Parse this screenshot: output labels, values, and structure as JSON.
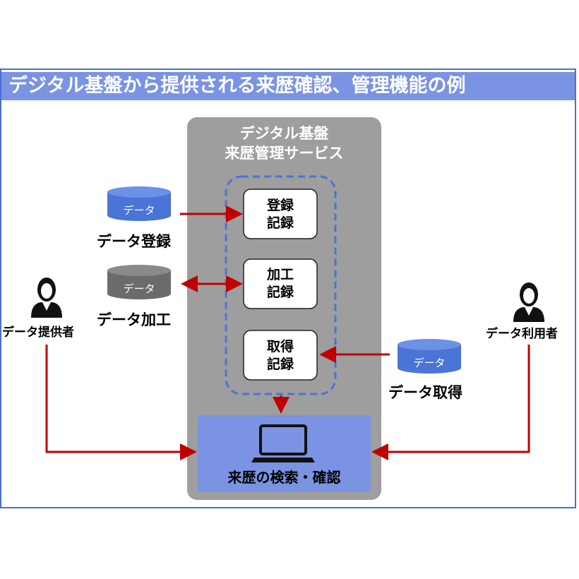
{
  "title": "デジタル基盤から提供される来歴確認、管理機能の例",
  "service_panel": {
    "title_line1": "デジタル基盤",
    "title_line2": "来歴管理サービス"
  },
  "steps": [
    {
      "line1": "登録",
      "line2": "記録"
    },
    {
      "line1": "加工",
      "line2": "記録"
    },
    {
      "line1": "取得",
      "line2": "記録"
    }
  ],
  "databases": [
    {
      "text": "データ",
      "label": "データ登録",
      "color": "#4a74d6"
    },
    {
      "text": "データ",
      "label": "データ加工",
      "color": "#6b6b6b"
    },
    {
      "text": "データ",
      "label": "データ取得",
      "color": "#4a74d6"
    }
  ],
  "actors": {
    "provider": "データ提供者",
    "user": "データ利用者"
  },
  "search_box": {
    "label": "来歴の検索・確認"
  },
  "colors": {
    "title_bar": "#7a93e2",
    "panel": "#9e9e9e",
    "search_box": "#7a93e2",
    "arrow": "#c00000",
    "dashed_group": "#4a74d6"
  }
}
